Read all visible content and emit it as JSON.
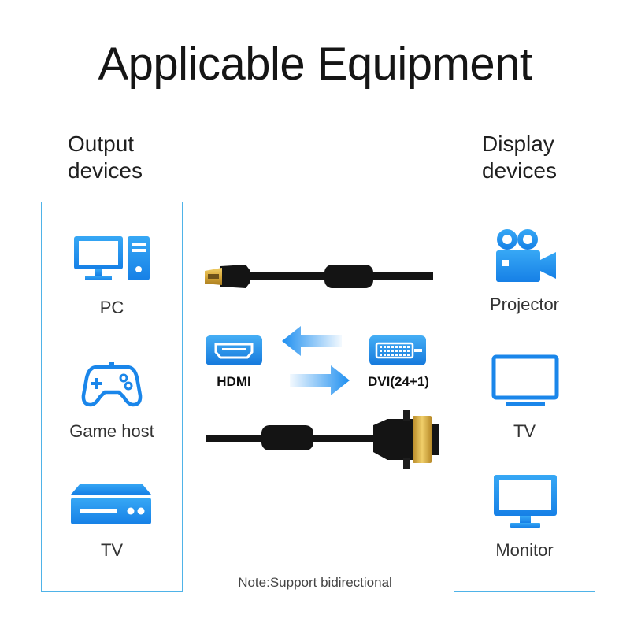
{
  "title": "Applicable Equipment",
  "output_heading": [
    "Output",
    "devices"
  ],
  "display_heading": [
    "Display",
    "devices"
  ],
  "output_devices": [
    {
      "label": "PC",
      "icon": "pc-icon"
    },
    {
      "label": "Game host",
      "icon": "gamepad-icon"
    },
    {
      "label": "TV",
      "icon": "tv-box-icon"
    }
  ],
  "display_devices": [
    {
      "label": "Projector",
      "icon": "projector-icon"
    },
    {
      "label": "TV",
      "icon": "tv-icon"
    },
    {
      "label": "Monitor",
      "icon": "monitor-icon"
    }
  ],
  "ports": {
    "left": "HDMI",
    "right": "DVI(24+1)"
  },
  "note": "Note:Support bidirectional",
  "colors": {
    "accent": "#1e8ff0",
    "panel_border": "#4fb3e8",
    "cable": "#141414",
    "connector_gold": "#d8a93a"
  }
}
